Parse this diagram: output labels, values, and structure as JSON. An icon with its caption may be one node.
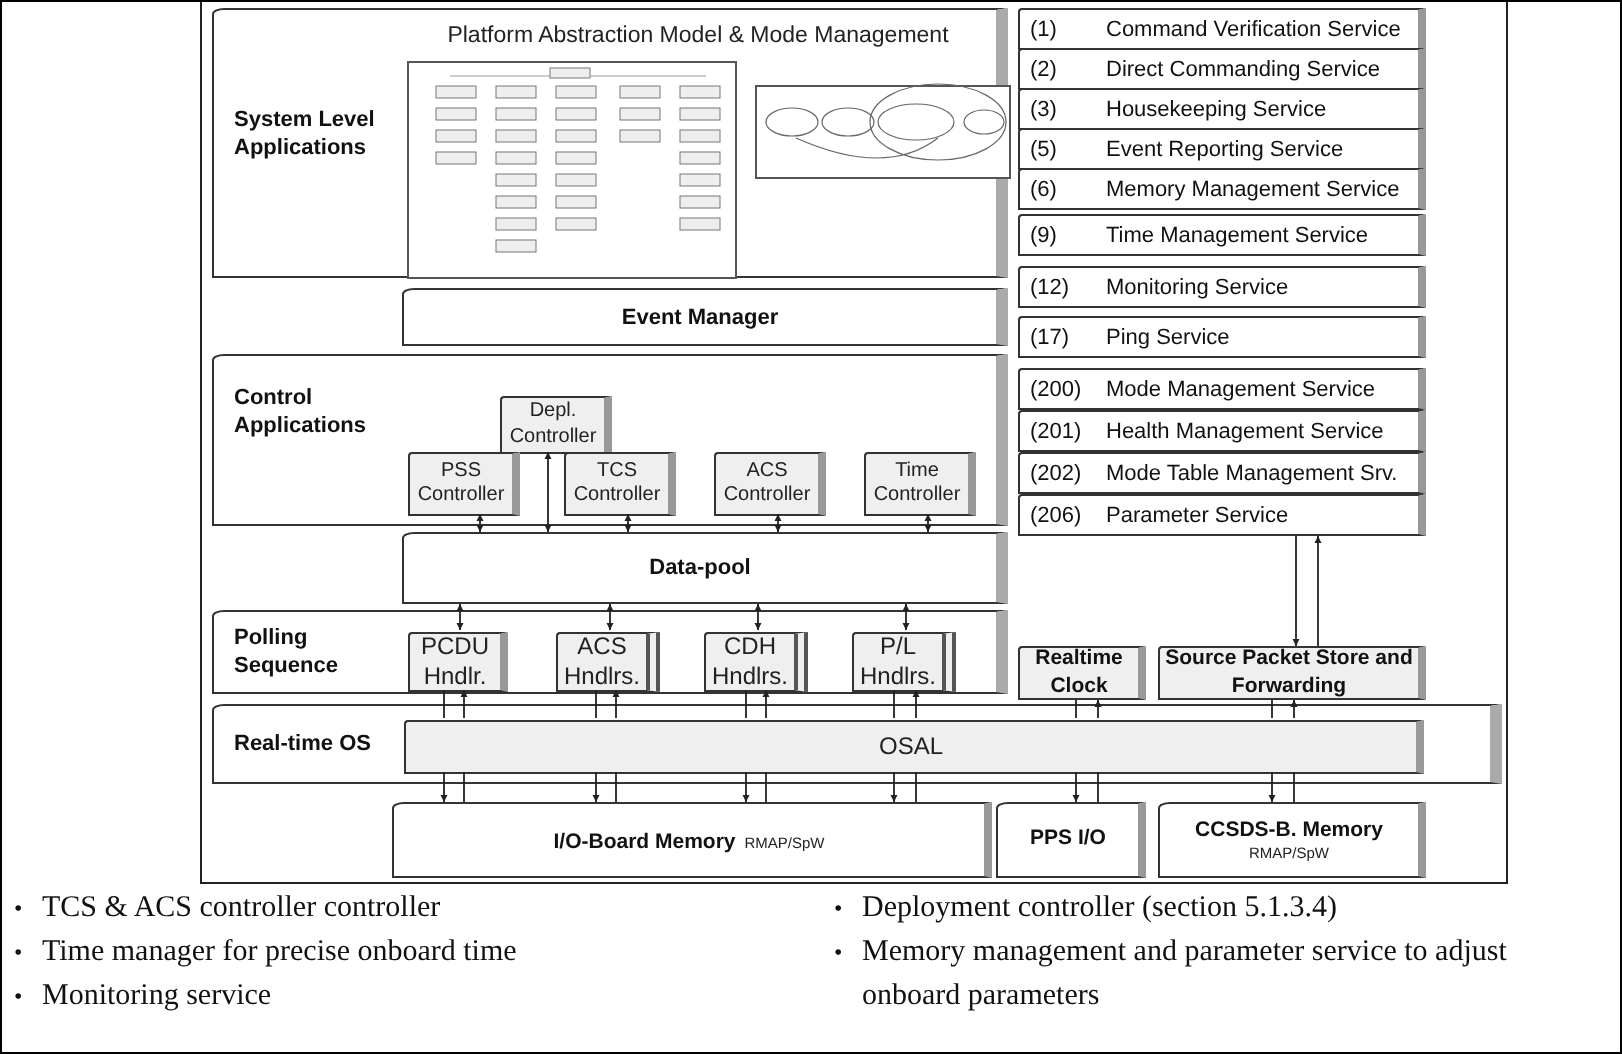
{
  "diagram": {
    "nodes": [
      {
        "text": [
          "System Level Applications",
          "Platform Abstraction Model & Mode Management"
        ]
      },
      {
        "text": [
          "Event Manager"
        ]
      },
      {
        "text": [
          "Control Applications"
        ]
      },
      {
        "text": [
          "Depl. Controller"
        ],
        "in": 2
      },
      {
        "text": [
          "PSS Controller"
        ],
        "in": 2
      },
      {
        "text": [
          "TCS Controller"
        ],
        "in": 2
      },
      {
        "text": [
          "ACS Controller"
        ],
        "in": 2
      },
      {
        "text": [
          "Time Controller"
        ],
        "in": 2
      },
      {
        "text": [
          "Data-pool"
        ]
      },
      {
        "text": [
          "Polling Sequence"
        ]
      },
      {
        "text": [
          "PCDU Hndlr."
        ],
        "in": 9
      },
      {
        "text": [
          "ACS Hndlrs."
        ],
        "in": 9
      },
      {
        "text": [
          "CDH Hndlrs."
        ],
        "in": 9
      },
      {
        "text": [
          "P/L Hndlrs."
        ],
        "in": 9
      },
      {
        "text": [
          "Realtime Clock"
        ]
      },
      {
        "text": [
          "Source Packet Store and Forwarding"
        ]
      },
      {
        "text": [
          "Real-time OS"
        ]
      },
      {
        "text": [
          "OSAL"
        ],
        "in": 16
      },
      {
        "text": [
          "I/O-Board Memory",
          "RMAP/SpW"
        ]
      },
      {
        "text": [
          "PPS I/O"
        ]
      },
      {
        "text": [
          "CCSDS-B. Memory",
          "RMAP/SpW"
        ]
      },
      {
        "text": [
          "(1)",
          "Command Verification Service"
        ]
      },
      {
        "text": [
          "(2)",
          "Direct Commanding Service"
        ]
      },
      {
        "text": [
          "(3)",
          "Housekeeping Service"
        ]
      },
      {
        "text": [
          "(5)",
          "Event Reporting Service"
        ]
      },
      {
        "text": [
          "(6)",
          "Memory Management Service"
        ]
      },
      {
        "text": [
          "(9)",
          "Time Management Service"
        ]
      },
      {
        "text": [
          "(12)",
          "Monitoring Service"
        ]
      },
      {
        "text": [
          "(17)",
          "Ping Service"
        ]
      },
      {
        "text": [
          "(200)",
          "Mode Management Service"
        ]
      },
      {
        "text": [
          "(201)",
          "Health Management Service"
        ]
      },
      {
        "text": [
          "(202)",
          "Mode Table Management Srv."
        ]
      },
      {
        "text": [
          "(206)",
          "Parameter Service"
        ]
      }
    ],
    "edges": [
      {
        "from": 4,
        "to": 8,
        "arrow": "both"
      },
      {
        "from": 3,
        "to": 8,
        "arrow": "both"
      },
      {
        "from": 5,
        "to": 8,
        "arrow": "both"
      },
      {
        "from": 6,
        "to": 8,
        "arrow": "both"
      },
      {
        "from": 7,
        "to": 8,
        "arrow": "both"
      },
      {
        "from": 8,
        "to": 10,
        "arrow": "both"
      },
      {
        "from": 8,
        "to": 11,
        "arrow": "both"
      },
      {
        "from": 8,
        "to": 12,
        "arrow": "both"
      },
      {
        "from": 8,
        "to": 13,
        "arrow": "both"
      },
      {
        "from": 10,
        "to": 17,
        "arrow": "none"
      },
      {
        "from": 17,
        "to": 10,
        "arrow": "to"
      },
      {
        "from": 17,
        "to": 18,
        "arrow": "to"
      },
      {
        "from": 18,
        "to": 17,
        "arrow": "none"
      },
      {
        "from": 11,
        "to": 17,
        "arrow": "none"
      },
      {
        "from": 17,
        "to": 11,
        "arrow": "to"
      },
      {
        "from": 17,
        "to": 18,
        "arrow": "to"
      },
      {
        "from": 18,
        "to": 17,
        "arrow": "none"
      },
      {
        "from": 12,
        "to": 17,
        "arrow": "none"
      },
      {
        "from": 17,
        "to": 12,
        "arrow": "to"
      },
      {
        "from": 17,
        "to": 18,
        "arrow": "to"
      },
      {
        "from": 18,
        "to": 17,
        "arrow": "none"
      },
      {
        "from": 13,
        "to": 17,
        "arrow": "none"
      },
      {
        "from": 17,
        "to": 13,
        "arrow": "to"
      },
      {
        "from": 17,
        "to": 18,
        "arrow": "to"
      },
      {
        "from": 18,
        "to": 17,
        "arrow": "none"
      },
      {
        "from": 14,
        "to": 17,
        "arrow": "none"
      },
      {
        "from": 17,
        "to": 14,
        "arrow": "to"
      },
      {
        "from": 17,
        "to": 19,
        "arrow": "to"
      },
      {
        "from": 19,
        "to": 17,
        "arrow": "none"
      },
      {
        "from": 15,
        "to": 17,
        "arrow": "none"
      },
      {
        "from": 17,
        "to": 15,
        "arrow": "to"
      },
      {
        "from": 17,
        "to": 20,
        "arrow": "to"
      },
      {
        "from": 20,
        "to": 17,
        "arrow": "none"
      },
      {
        "from": 32,
        "to": 15,
        "arrow": "to"
      },
      {
        "from": 15,
        "to": 32,
        "arrow": "to"
      }
    ],
    "labels": [
      "•",
      "TCS & ACS controller controller",
      "•",
      "Time manager for precise onboard time",
      "•",
      "Monitoring service",
      "•",
      "Deployment controller (section 5.1.3.4)",
      "•",
      "Memory management and parameter service to adjust onboard parameters"
    ]
  }
}
